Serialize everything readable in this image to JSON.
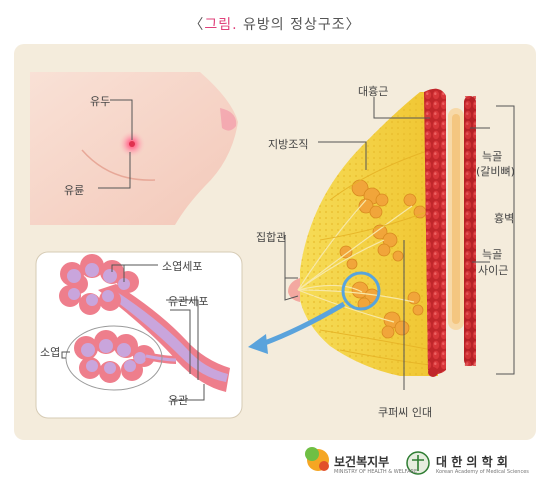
{
  "title": {
    "prefix": "〈",
    "highlight": "그림.",
    "text": " 유방의 정상구조",
    "suffix": "〉"
  },
  "labels": {
    "nipple": "유두",
    "areola": "유륜",
    "pectoralis_major": "대흉근",
    "fat_tissue": "지방조직",
    "duct_collecting": "집합관",
    "rib": "늑골",
    "rib_sub": "(갈비뼈)",
    "intercostal_muscle_1": "늑골",
    "intercostal_muscle_2": "사이근",
    "chest_wall": "흉벽",
    "cooper_ligament": "쿠퍼씨 인대",
    "acinar_cell": "소엽세포",
    "ductal_cell": "유관세포",
    "lobule": "소엽",
    "duct": "유관"
  },
  "logos": {
    "mohw_name": "보건복지부",
    "mohw_sub": "MINISTRY OF HEALTH & WELFARE",
    "kams_name": "대 한 의 학 회",
    "kams_sub": "Korean Academy of Medical Sciences"
  },
  "colors": {
    "skin": "#f7d8cc",
    "panel_bg": "#f4ecdc",
    "fat": "#f6d743",
    "muscle": "#c82c2c",
    "lobule_pink": "#ee7e8c",
    "lobule_fill": "#c9a5dc",
    "arrow": "#5aa3dc",
    "highlight": "#e0417a"
  }
}
